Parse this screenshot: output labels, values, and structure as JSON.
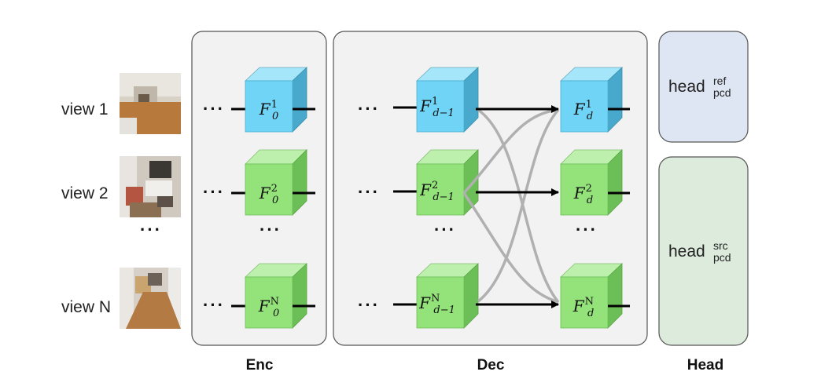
{
  "views": [
    {
      "label": "view 1"
    },
    {
      "label": "view 2"
    },
    {
      "label": "view N"
    }
  ],
  "ellipsis": "···",
  "enc": {
    "title": "Enc",
    "features": [
      {
        "base": "F",
        "sup": "1",
        "sub": "0"
      },
      {
        "base": "F",
        "sup": "2",
        "sub": "0"
      },
      {
        "base": "F",
        "sup": "N",
        "sub": "0"
      }
    ]
  },
  "dec": {
    "title": "Dec",
    "inputs": [
      {
        "base": "F",
        "sup": "1",
        "sub": "d−1"
      },
      {
        "base": "F",
        "sup": "2",
        "sub": "d−1"
      },
      {
        "base": "F",
        "sup": "N",
        "sub": "d−1"
      }
    ],
    "outputs": [
      {
        "base": "F",
        "sup": "1",
        "sub": "d"
      },
      {
        "base": "F",
        "sup": "2",
        "sub": "d"
      },
      {
        "base": "F",
        "sup": "N",
        "sub": "d"
      }
    ]
  },
  "head": {
    "title": "Head",
    "ref": {
      "main": "head",
      "sup": "ref",
      "sub": "pcd"
    },
    "src": {
      "main": "head",
      "sup": "src",
      "sub": "pcd"
    }
  },
  "colors": {
    "ref_cube_front": "#6fd4f5",
    "ref_cube_top": "#a5e6fb",
    "ref_cube_side": "#48a9cc",
    "src_cube_front": "#93e27a",
    "src_cube_top": "#bdf0ad",
    "src_cube_side": "#6cbf57",
    "panel_bg": "#f2f2f2",
    "head_ref_bg": "#dfe6f3",
    "head_src_bg": "#dcebdc",
    "cross_arrow": "#b0b0b0"
  }
}
